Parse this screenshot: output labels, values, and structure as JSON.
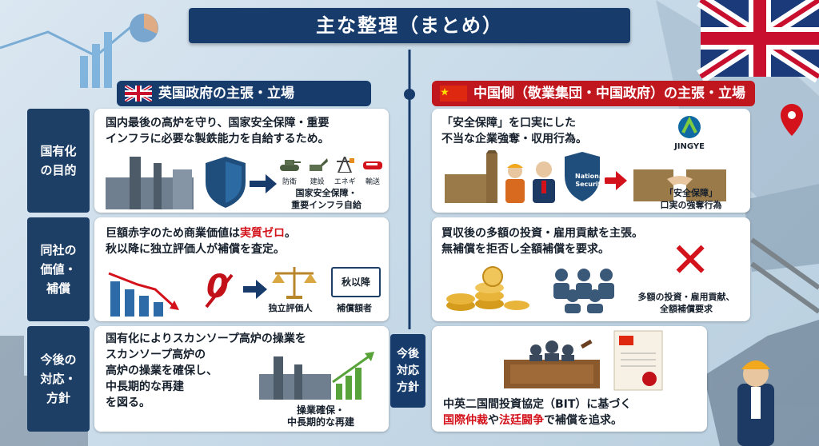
{
  "title": "主な整理（まとめ）",
  "colors": {
    "navy": "#173c6c",
    "red": "#c0171f",
    "accent_red": "#d3121b"
  },
  "uk_header": "英国政府の主張・立場",
  "cn_header": "中国側（敬業集団・中国政府）の主張・立場",
  "middle_label": "今後\n対応\n方針",
  "rows": [
    {
      "label": "国有化\nの目的",
      "uk": {
        "text": "国内最後の高炉を守り、国家安全保障・重要\nインフラに必要な製鉄能力を自給するため。",
        "icons": [
          "防衛",
          "建設",
          "エネギー",
          "輸送"
        ],
        "caption": "国家安全保障・\n重要インフラ自給"
      },
      "cn": {
        "text": "「安全保障」を口実にした\n不当な企業強奪・収用行為。",
        "badge": "National\nSecurity",
        "logo": "JINGYE",
        "caption": "「安全保障」\n口実の強奪行為"
      }
    },
    {
      "label": "同社の\n価値・\n補償",
      "uk": {
        "text_pre": "巨額赤字のため商業価値は",
        "text_red": "実質ゼロ",
        "text_post": "。\n秋以降に独立評価人が補償を査定。",
        "zero": "0",
        "calendar": "秋以降",
        "caption_left": "独立評価人",
        "caption_right": "補償額者"
      },
      "cn": {
        "text": "買収後の多額の投資・雇用貢献を主張。\n無補償を拒否し全額補償を要求。",
        "caption": "多額の投資・雇用貢献、\n全額補償要求"
      }
    },
    {
      "label": "今後の\n対応・\n方針",
      "uk": {
        "text": "国有化によりスカンソープ高炉の操業を\nスカンソープ高炉の\n高炉の操業を確保し、\n中長期的な再建\nを図る。",
        "caption": "操業確保・\n中長期的な再建"
      },
      "cn": {
        "line1": "中英二国間投資協定（BIT）に基づく",
        "line2_red1": "国際仲裁",
        "line2_mid": "や",
        "line2_red2": "法廷闘争",
        "line2_post": "で補償を追求。"
      }
    }
  ]
}
